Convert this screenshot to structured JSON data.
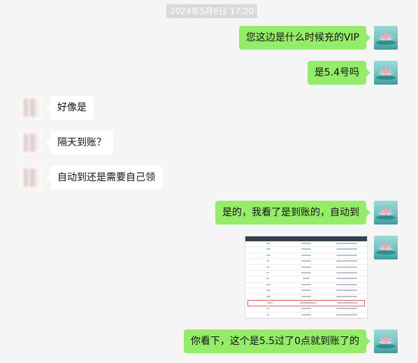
{
  "chat": {
    "timestamp": "2024年5月6日 17:20",
    "messages": [
      {
        "sender": "self",
        "text": "您这边是什么时候充的VIP"
      },
      {
        "sender": "self",
        "text": "是5.4号吗"
      },
      {
        "sender": "other",
        "text": "好像是"
      },
      {
        "sender": "other",
        "text": "隔天到账？"
      },
      {
        "sender": "other",
        "text": "自动到还是需要自己领"
      },
      {
        "sender": "self",
        "text": "是的，我看了是到账的，自动到"
      },
      {
        "sender": "self",
        "type": "image",
        "image_icon": "table-screenshot"
      },
      {
        "sender": "self",
        "text": "你看下，这个是5.5过了0点就到账了的"
      }
    ]
  },
  "colors": {
    "self_bubble": "#95ec69",
    "other_bubble": "#ffffff",
    "background": "#f5f5f5"
  },
  "avatars": {
    "self": "lotus-avatar",
    "other": "blurred-avatar"
  }
}
